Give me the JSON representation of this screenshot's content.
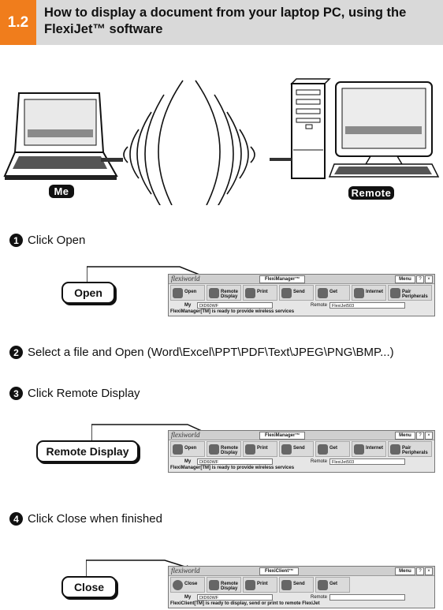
{
  "header": {
    "section_number": "1.2",
    "title": "How to display a document from your laptop PC, using the FlexiJet™ software"
  },
  "illustration": {
    "left_label": "Me",
    "right_label": "Remote"
  },
  "steps": [
    {
      "number": "1",
      "text": "Click Open",
      "callout": "Open"
    },
    {
      "number": "2",
      "text": "Select a file and Open  (Word\\Excel\\PPT\\PDF\\Text\\JPEG\\PNG\\BMP...)"
    },
    {
      "number": "3",
      "text": "Click  Remote Display",
      "callout": "Remote Display"
    },
    {
      "number": "4",
      "text": "Click Close when finished",
      "callout": "Close"
    }
  ],
  "toolbars": [
    {
      "logo": "flexiworld",
      "app_name": "FlexiManager™",
      "menu": "Menu",
      "buttons": [
        "Open",
        "Remote Display",
        "Print",
        "Send",
        "Get",
        "Internet",
        "Pair Peripherals"
      ],
      "device_label": "My",
      "device_id": "DID60WF",
      "remote_label": "Remote",
      "remote_value": "FlexiJet503",
      "status": "FlexiManager[TM] is ready to provide wireless services"
    },
    {
      "logo": "flexiworld",
      "app_name": "FlexiManager™",
      "menu": "Menu",
      "buttons": [
        "Open",
        "Remote Display",
        "Print",
        "Send",
        "Get",
        "Internet",
        "Pair Peripherals"
      ],
      "device_label": "My",
      "device_id": "DID60WF",
      "remote_label": "Remote",
      "remote_value": "FlexiJet503",
      "status": "FlexiManager[TM] is ready to provide wireless services"
    },
    {
      "logo": "flexiworld",
      "app_name": "FlexiClient™",
      "menu": "Menu",
      "buttons": [
        "Close",
        "Remote Display",
        "Print",
        "Send",
        "Get"
      ],
      "device_label": "My",
      "device_id": "DID60WF",
      "remote_label": "Remote",
      "remote_value": "",
      "status": "FlexiClient[TM] is ready to display, send or print to remote FlexiJet"
    }
  ],
  "colors": {
    "accent": "#f07d1c",
    "header_bg": "#d9d9d9",
    "label_bg": "#111111"
  }
}
